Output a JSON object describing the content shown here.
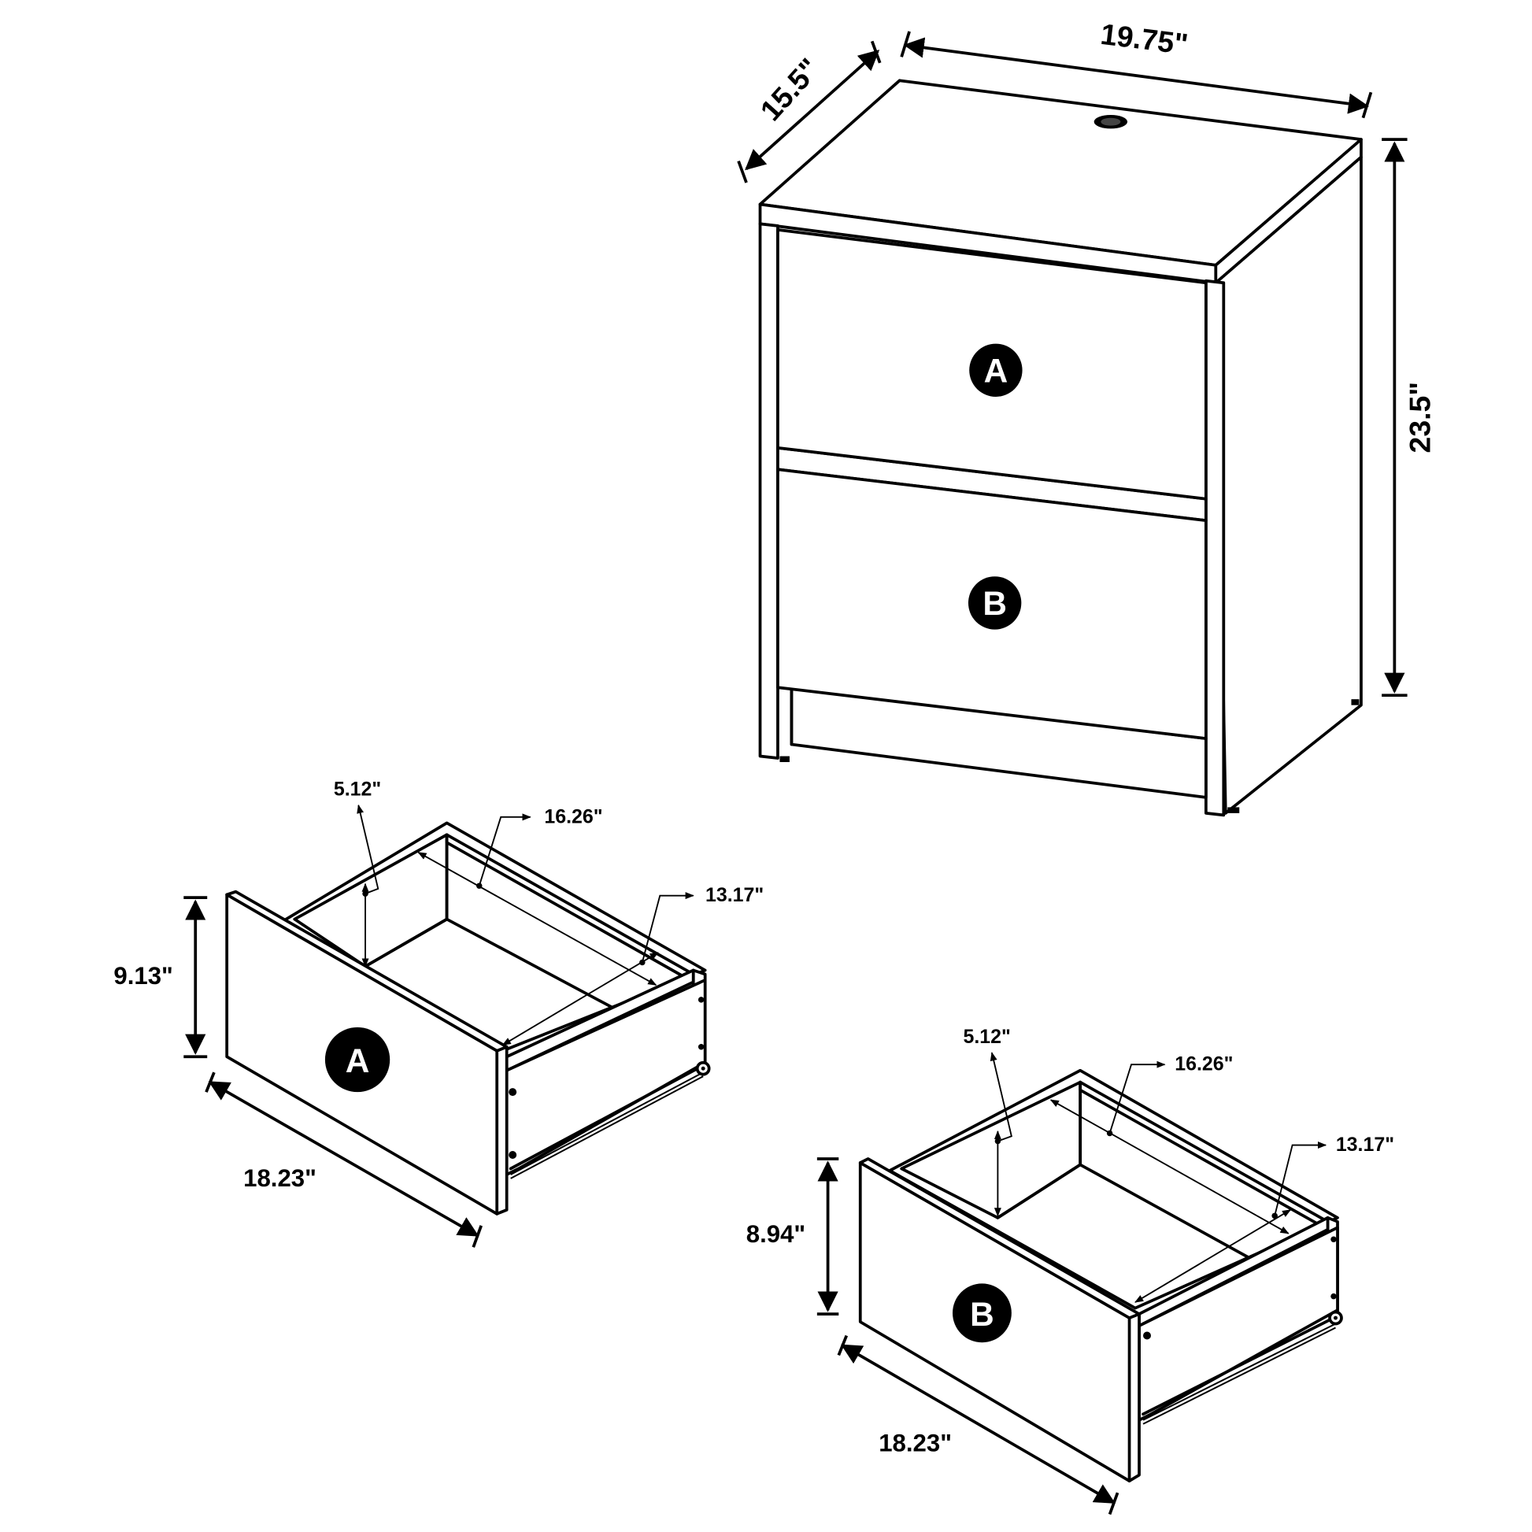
{
  "colors": {
    "line": "#000000",
    "background": "#ffffff",
    "badge_fill": "#000000",
    "badge_text": "#ffffff"
  },
  "nightstand": {
    "width_label": "19.75\"",
    "depth_label": "15.5\"",
    "height_label": "23.5\"",
    "drawers": [
      {
        "badge": "A"
      },
      {
        "badge": "B"
      }
    ]
  },
  "drawer_a": {
    "badge": "A",
    "height_label": "9.13\"",
    "length_label": "18.23\"",
    "inner_height_label": "5.12\"",
    "inner_depth_label": "16.26\"",
    "inner_width_label": "13.17\""
  },
  "drawer_b": {
    "badge": "B",
    "height_label": "8.94\"",
    "length_label": "18.23\"",
    "inner_height_label": "5.12\"",
    "inner_depth_label": "16.26\"",
    "inner_width_label": "13.17\""
  }
}
